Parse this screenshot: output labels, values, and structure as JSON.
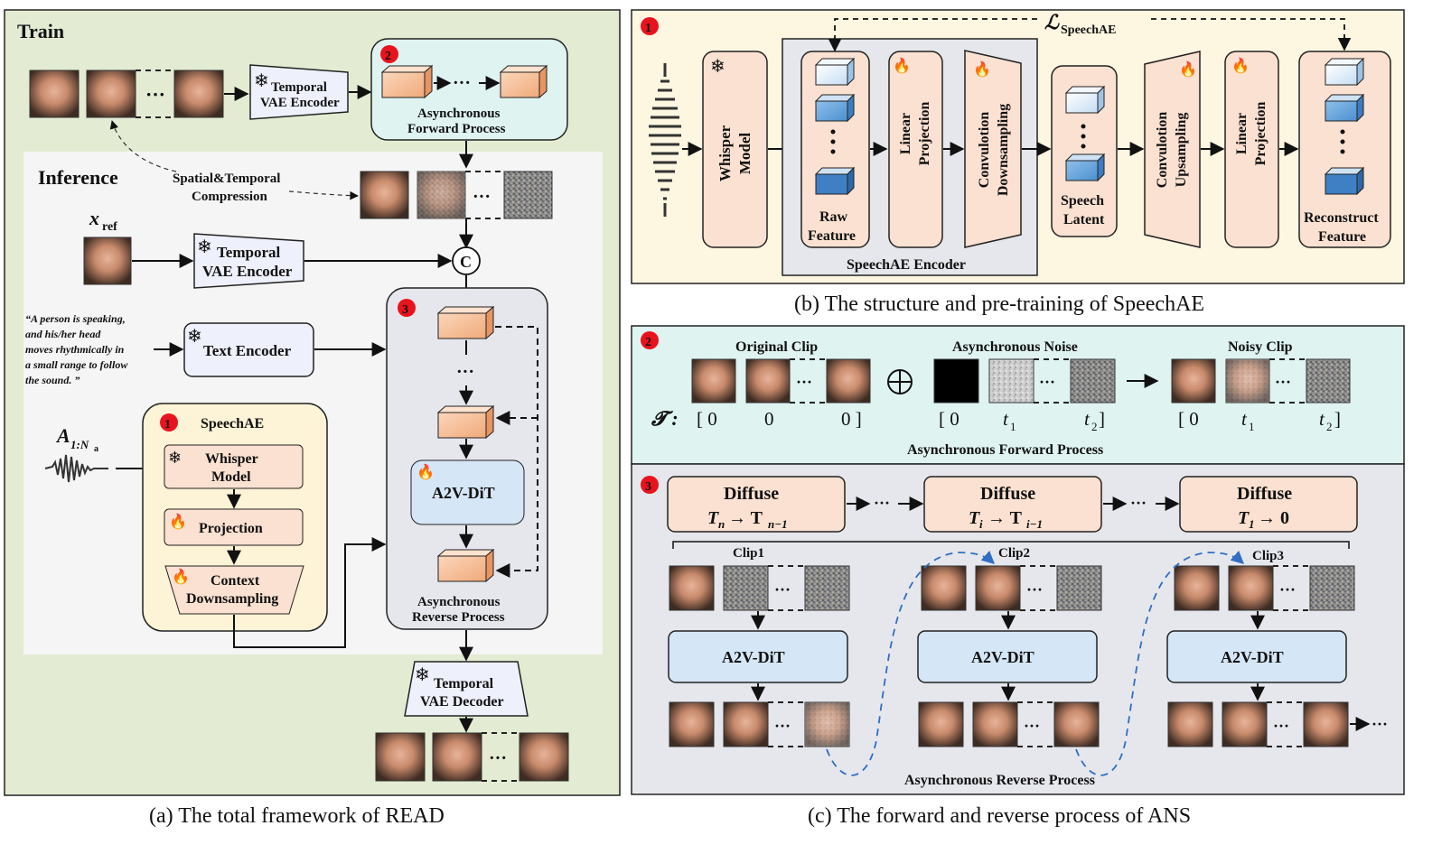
{
  "panel_a": {
    "train_label": "Train",
    "inference_label": "Inference",
    "temporal_vae_encoder_train": [
      "Temporal",
      "VAE Encoder"
    ],
    "async_forward": [
      "Asynchronous",
      "Forward Process"
    ],
    "spatial_temporal_compression": [
      "Spatial&Temporal",
      "Compression"
    ],
    "xref_label": "x",
    "xref_sub": "ref",
    "temporal_vae_encoder_inf": [
      "Temporal",
      "VAE Encoder"
    ],
    "concat_symbol": "C",
    "prompt_text": [
      "“A person is speaking,",
      "and    his/her    head",
      "moves rhythmically in",
      "a small range to follow",
      "the sound. ”"
    ],
    "text_encoder": "Text Encoder",
    "audio_label": "A",
    "audio_sub": "1:N",
    "audio_subsub": "a",
    "speechae_title": "SpeechAE",
    "whisper_model": [
      "Whisper",
      "Model"
    ],
    "projection": "Projection",
    "context_downsampling": [
      "Context",
      "Downsampling"
    ],
    "a2v_dit": "A2V-DiT",
    "async_reverse": [
      "Asynchronous",
      "Reverse Process"
    ],
    "temporal_vae_decoder": [
      "Temporal",
      "VAE Decoder"
    ],
    "ellipsis": "···",
    "caption": "(a) The total framework of READ"
  },
  "panel_b": {
    "loss_label": "ℒ",
    "loss_sub": "SpeechAE",
    "whisper_model": [
      "Whisper",
      "Model"
    ],
    "raw_feature": [
      "Raw",
      "Feature"
    ],
    "linear_projection_1": [
      "Linear",
      "Projection"
    ],
    "conv_downsampling": [
      "Convulotion",
      "Downsampling"
    ],
    "speechae_encoder": "SpeechAE Encoder",
    "speech_latent": [
      "Speech",
      "Latent"
    ],
    "conv_upsampling": [
      "Convulotion",
      "Upsampling"
    ],
    "linear_projection_2": [
      "Linear",
      "Projection"
    ],
    "reconstruct_feature": [
      "Reconstruct",
      "Feature"
    ],
    "caption": "(b) The structure and pre-training of SpeechAE"
  },
  "panel_c": {
    "original_clip": "Original Clip",
    "async_noise": "Asynchronous Noise",
    "noisy_clip": "Noisy Clip",
    "t_symbol": "𝓣 :",
    "orig_t": [
      "[ 0",
      "0",
      "0 ]"
    ],
    "noise_t": [
      "[ 0",
      "t",
      "t"
    ],
    "noise_t_subs": [
      "1",
      "2"
    ],
    "noisy_t": [
      "[ 0",
      "t",
      "t"
    ],
    "async_forward": "Asynchronous Forward Process",
    "diffuse_word": "Diffuse",
    "diffuse_1": [
      "T",
      "n",
      "→ T",
      "n−1"
    ],
    "diffuse_2": [
      "T",
      "i",
      "→ T",
      "i−1"
    ],
    "diffuse_3": [
      "T",
      "1",
      "→ 0"
    ],
    "clip_labels": [
      "Clip1",
      "Clip2",
      "Clip3"
    ],
    "a2v_dit": "A2V-DiT",
    "async_reverse": "Asynchronous Reverse Process",
    "caption": "(c) The forward and reverse process of ANS"
  },
  "badges": [
    "1",
    "2",
    "3"
  ],
  "colors": {
    "train_bg": "#e3ecd3",
    "inference_bg": "#f5f5f5",
    "speechae_bg": "#fdf3d6",
    "async_fwd_bg": "#dff3f1",
    "async_rev_bg": "#e6e7ec",
    "peach_box": "#fbe1d1",
    "blue_box": "#d5e6f6",
    "vae_box": "#eef0fb",
    "badge_red": "#e8141d",
    "snow_blue": "#2db3d6",
    "fire_red": "#e23b2b",
    "dash_blue": "#2f6ec4"
  }
}
